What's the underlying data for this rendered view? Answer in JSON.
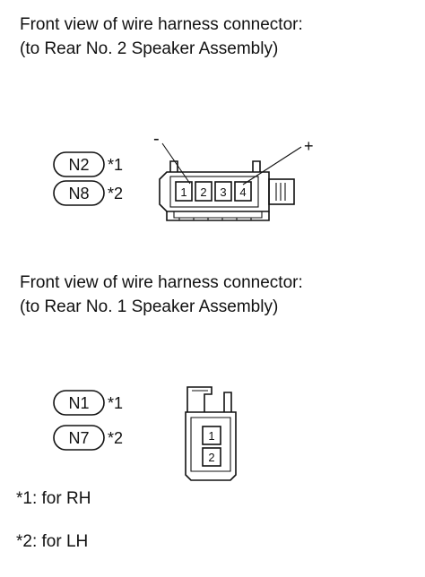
{
  "section1": {
    "caption_line1": "Front view of wire harness connector:",
    "caption_line2": "(to Rear No. 2 Speaker Assembly)",
    "connectors": [
      {
        "code": "N2",
        "note": "*1"
      },
      {
        "code": "N8",
        "note": "*2"
      }
    ],
    "pins": [
      "1",
      "2",
      "3",
      "4"
    ],
    "minus_label": "-",
    "plus_label": "+"
  },
  "section2": {
    "caption_line1": "Front view of wire harness connector:",
    "caption_line2": "(to Rear No. 1 Speaker Assembly)",
    "connectors": [
      {
        "code": "N1",
        "note": "*1"
      },
      {
        "code": "N7",
        "note": "*2"
      }
    ],
    "pins": [
      "1",
      "2"
    ]
  },
  "footnotes": {
    "note1": "*1: for RH",
    "note2": "*2: for LH"
  }
}
